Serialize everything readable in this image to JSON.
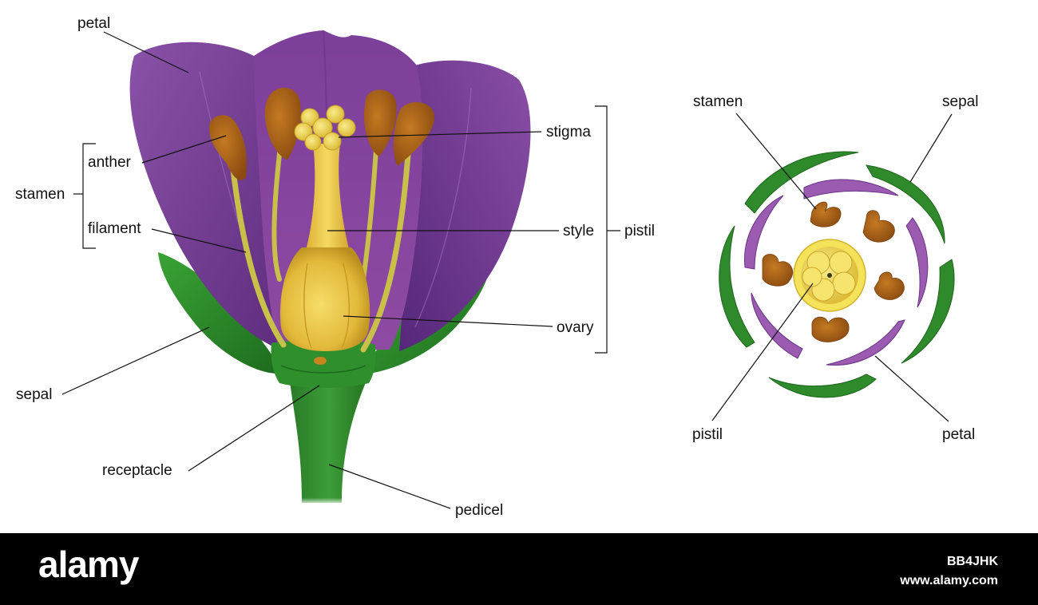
{
  "side_view": {
    "labels": {
      "petal": "petal",
      "anther": "anther",
      "stamen": "stamen",
      "filament": "filament",
      "sepal": "sepal",
      "receptacle": "receptacle",
      "pedicel": "pedicel",
      "stigma": "stigma",
      "style": "style",
      "ovary": "ovary",
      "pistil": "pistil"
    }
  },
  "top_view": {
    "labels": {
      "stamen": "stamen",
      "sepal": "sepal",
      "pistil": "pistil",
      "petal": "petal"
    }
  },
  "footer": {
    "brand": "alamy",
    "image_id": "BB4JHK",
    "url": "www.alamy.com"
  },
  "colors": {
    "petal": "#7a3f95",
    "petal_dark": "#5a2a78",
    "sepal": "#2f8a2c",
    "sepal_dark": "#1f6a1f",
    "pistil": "#e8c23c",
    "anther": "#a65a12",
    "background": "#ffffff",
    "footer": "#000000"
  }
}
